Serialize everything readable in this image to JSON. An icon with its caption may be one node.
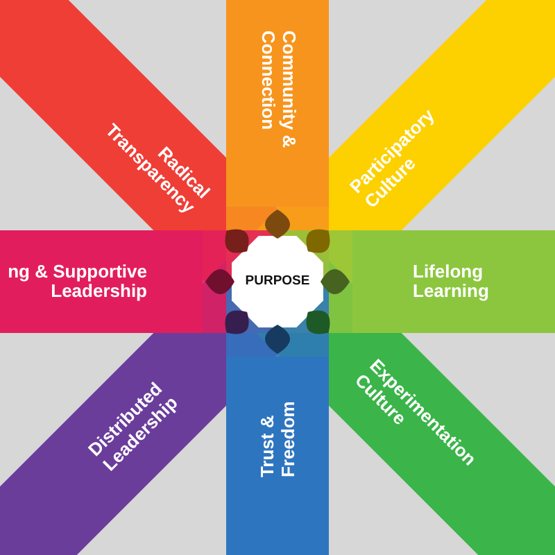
{
  "diagram": {
    "nodes": [
      {
        "text": [
          "Radical Transparency"
        ]
      },
      {
        "text": [
          "Community & Connection"
        ]
      },
      {
        "text": [
          "Participatory Culture"
        ]
      },
      {
        "text": [
          "ng & Supportive Leadership"
        ]
      },
      {
        "text": [
          "PURPOSE"
        ]
      },
      {
        "text": [
          "Lifelong Learning"
        ]
      },
      {
        "text": [
          "Distributed Leadership"
        ]
      },
      {
        "text": [
          "Trust & Freedom"
        ]
      },
      {
        "text": [
          "Experimentation Culture"
        ]
      }
    ]
  }
}
